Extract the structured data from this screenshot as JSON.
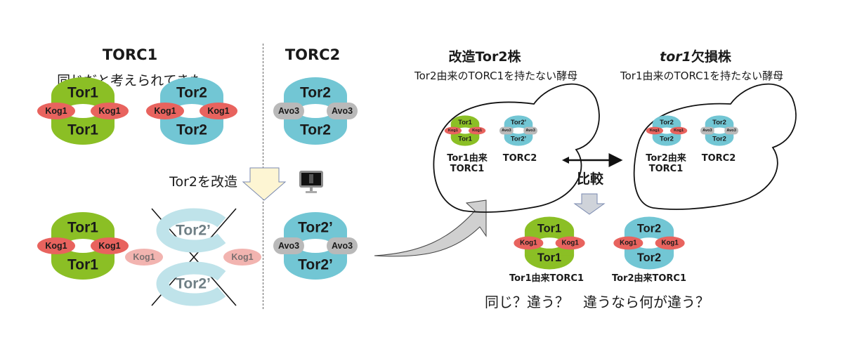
{
  "colors": {
    "tor1_green": "#8bbf25",
    "tor2_blue": "#72c6d4",
    "kog1_red": "#e8635e",
    "avo3_gray": "#b9b9b9",
    "faded_blue": "#bfe3ea",
    "faded_red": "#f2b4b0",
    "arrow_yellow": "#fdf5d3",
    "arrow_gray": "#cfcfcf"
  },
  "left": {
    "torc1_title": "TORC1",
    "torc1_subtitle": "同じだと考えられてきた",
    "torc2_title": "TORC2",
    "modify_label": "Tor2を改造",
    "complex_tor1": {
      "top": "Tor1",
      "bottom": "Tor1",
      "left": "Kog1",
      "right": "Kog1"
    },
    "complex_tor2": {
      "top": "Tor2",
      "bottom": "Tor2",
      "left": "Kog1",
      "right": "Kog1"
    },
    "complex_torc2": {
      "top": "Tor2",
      "bottom": "Tor2",
      "left": "Avo3",
      "right": "Avo3"
    },
    "after_tor1": {
      "top": "Tor1",
      "bottom": "Tor1",
      "left": "Kog1",
      "right": "Kog1"
    },
    "after_broken": {
      "top": "Tor2’",
      "bottom": "Tor2’",
      "left": "Kog1",
      "right": "Kog1"
    },
    "after_torc2": {
      "top": "Tor2’",
      "bottom": "Tor2’",
      "left": "Avo3",
      "right": "Avo3"
    },
    "icons": [
      "down-arrow-icon",
      "monitor-icon",
      "cross-out-icon"
    ]
  },
  "right": {
    "strain_a": {
      "title": "改造Tor2株",
      "subtitle": "Tor2由来のTORC1を持たない酵母",
      "torc1": {
        "top": "Tor1",
        "bottom": "Tor1",
        "left": "Kog1",
        "right": "Kog1"
      },
      "torc2": {
        "top": "Tor2’",
        "bottom": "Tor2’",
        "left": "Avo3",
        "right": "Avo3"
      },
      "torc1_label_1": "Tor1由来",
      "torc1_label_2": "TORC1",
      "torc2_label": "TORC2"
    },
    "strain_b": {
      "title_italic": "tor1",
      "title_rest": "欠損株",
      "subtitle": "Tor1由来のTORC1を持たない酵母",
      "torc1": {
        "top": "Tor2",
        "bottom": "Tor2",
        "left": "Kog1",
        "right": "Kog1"
      },
      "torc2": {
        "top": "Tor2",
        "bottom": "Tor2",
        "left": "Avo3",
        "right": "Avo3"
      },
      "torc1_label_1": "Tor2由来",
      "torc1_label_2": "TORC1",
      "torc2_label": "TORC2"
    },
    "compare_label": "比較",
    "result_tor1": {
      "top": "Tor1",
      "bottom": "Tor1",
      "left": "Kog1",
      "right": "Kog1",
      "label": "Tor1由来TORC1"
    },
    "result_tor2": {
      "top": "Tor2",
      "bottom": "Tor2",
      "left": "Kog1",
      "right": "Kog1",
      "label": "Tor2由来TORC1"
    },
    "question": "同じ？違う？　違うなら何が違う？"
  }
}
